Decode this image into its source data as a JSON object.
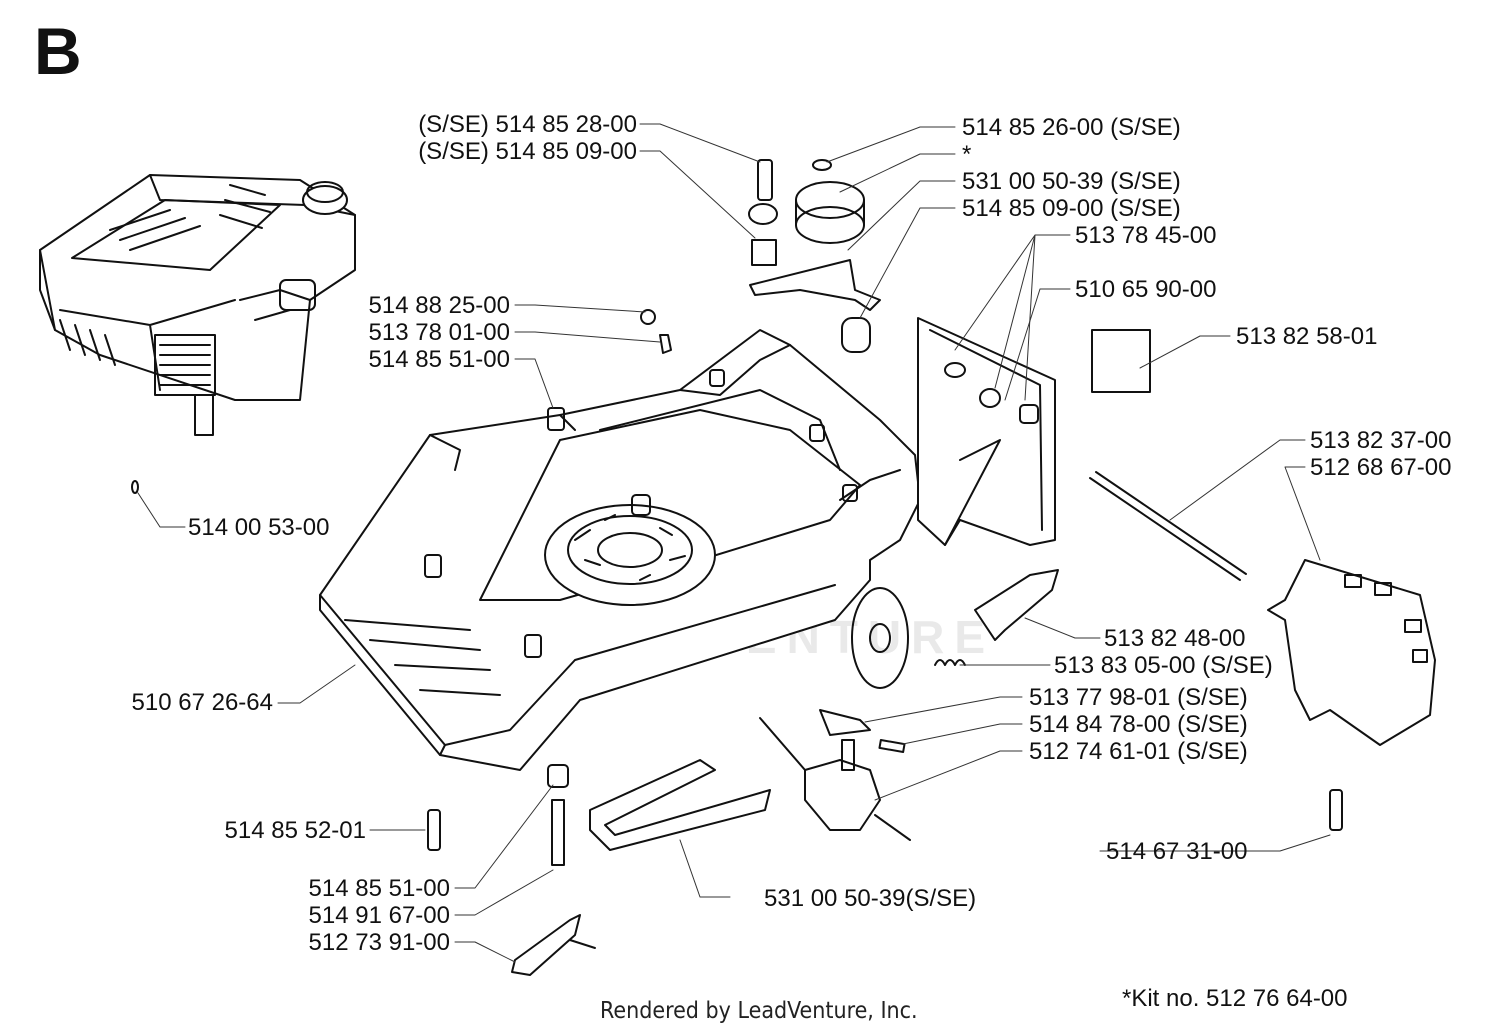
{
  "section_letter": "B",
  "watermark": "LEADVENTURE",
  "footer_text": "Rendered by LeadVenture, Inc.",
  "kit_note": "*Kit no. 512 76 64-00",
  "parts": {
    "p1": "(S/SE) 514 85 28-00",
    "p2": "(S/SE) 514 85 09-00",
    "p3": "514 85 26-00 (S/SE)",
    "p4": "*",
    "p5": "531 00 50-39 (S/SE)",
    "p6": "514 85 09-00 (S/SE)",
    "p7": "513 78 45-00",
    "p8": "510 65 90-00",
    "p9": "513 82 58-01",
    "p10": "514 88 25-00",
    "p11": "513 78 01-00",
    "p12": "514 85 51-00",
    "p13": "513 82 37-00",
    "p14": "512 68 67-00",
    "p15": "514 00 53-00",
    "p16": "513 82 48-00",
    "p17": "513 83 05-00 (S/SE)",
    "p18": "510 67 26-64",
    "p19": "513 77 98-01 (S/SE)",
    "p20": "514 84 78-00 (S/SE)",
    "p21": "512 74 61-01 (S/SE)",
    "p22": "514 85 52-01",
    "p23": "514 67 31-00",
    "p24": "514 85 51-00",
    "p25": "531 00 50-39(S/SE)",
    "p26": "514 91 67-00",
    "p27": "512 73 91-00"
  }
}
